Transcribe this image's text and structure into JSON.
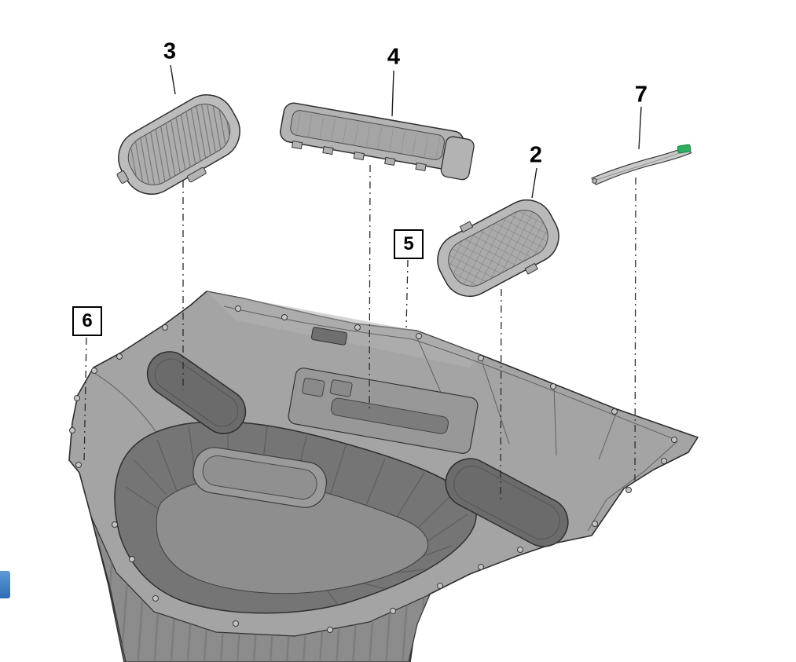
{
  "diagram": {
    "type": "exploded-parts-diagram",
    "background": "#ffffff",
    "callouts": [
      {
        "label": "3",
        "boxed": false
      },
      {
        "label": "4",
        "boxed": false
      },
      {
        "label": "2",
        "boxed": false
      },
      {
        "label": "7",
        "boxed": false
      },
      {
        "label": "5",
        "boxed": true
      },
      {
        "label": "6",
        "boxed": true
      }
    ],
    "colors": {
      "leader_line": "#2a2a2a",
      "part_fill": "#a4a4a4",
      "part_fill_light": "#bcbcbc",
      "part_fill_dark": "#6b6b6b",
      "edge_marker_blue": "#3f7fc4",
      "highlight_green": "#2fae62"
    }
  }
}
